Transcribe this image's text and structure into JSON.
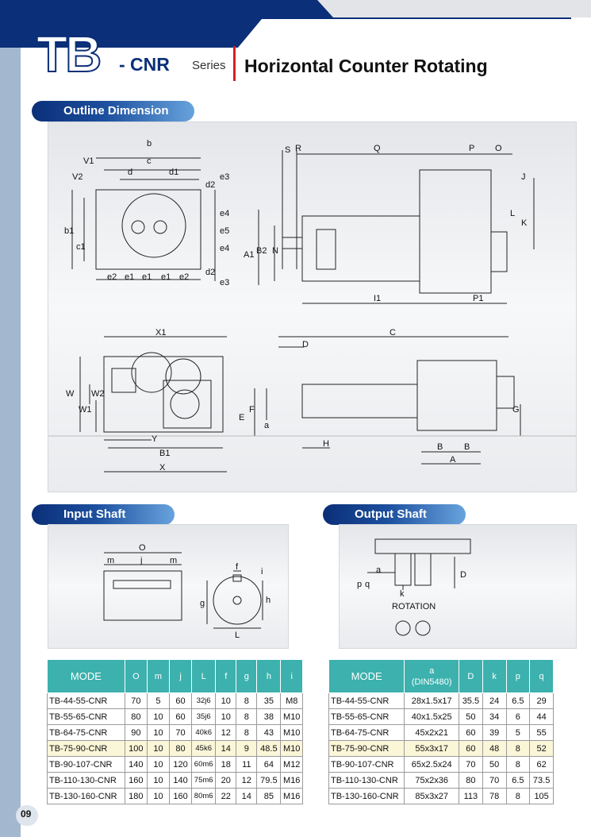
{
  "header": {
    "logo_letters": "TB",
    "series_code": "- CNR",
    "series_word": "Series",
    "title": "Horizontal Counter Rotating"
  },
  "sections": {
    "outline": "Outline Dimension",
    "input_shaft": "Input Shaft",
    "output_shaft": "Output Shaft"
  },
  "outline_labels": {
    "top_left": [
      "b",
      "c",
      "V1",
      "V2",
      "d",
      "d1",
      "d2",
      "e3",
      "e4",
      "e5",
      "e4",
      "d2",
      "e3",
      "b1",
      "c1",
      "e2",
      "e1",
      "e1",
      "e1",
      "e2"
    ],
    "top_right": [
      "S",
      "R",
      "Q",
      "P",
      "O",
      "J",
      "L",
      "K",
      "A1",
      "B2",
      "N",
      "I1",
      "P1"
    ],
    "bottom_left": [
      "X1",
      "W",
      "W2",
      "W1",
      "Y",
      "B1",
      "X"
    ],
    "bottom_right": [
      "C",
      "D",
      "E",
      "F",
      "a",
      "H",
      "G",
      "B",
      "B",
      "A"
    ]
  },
  "input_labels": [
    "O",
    "m",
    "j",
    "m",
    "f",
    "i",
    "g",
    "h",
    "L"
  ],
  "output_labels": [
    "a",
    "p",
    "q",
    "D",
    "k",
    "ROTATION"
  ],
  "table_left": {
    "headers": [
      "MODE",
      "O",
      "m",
      "j",
      "L",
      "f",
      "g",
      "h",
      "i"
    ],
    "rows": [
      [
        "TB-44-55-CNR",
        "70",
        "5",
        "60",
        "32j6",
        "10",
        "8",
        "35",
        "M8"
      ],
      [
        "TB-55-65-CNR",
        "80",
        "10",
        "60",
        "35j6",
        "10",
        "8",
        "38",
        "M10"
      ],
      [
        "TB-64-75-CNR",
        "90",
        "10",
        "70",
        "40k6",
        "12",
        "8",
        "43",
        "M10"
      ],
      [
        "TB-75-90-CNR",
        "100",
        "10",
        "80",
        "45k6",
        "14",
        "9",
        "48.5",
        "M10"
      ],
      [
        "TB-90-107-CNR",
        "140",
        "10",
        "120",
        "60m6",
        "18",
        "11",
        "64",
        "M12"
      ],
      [
        "TB-110-130-CNR",
        "160",
        "10",
        "140",
        "75m6",
        "20",
        "12",
        "79.5",
        "M16"
      ],
      [
        "TB-130-160-CNR",
        "180",
        "10",
        "160",
        "80m6",
        "22",
        "14",
        "85",
        "M16"
      ]
    ]
  },
  "table_right": {
    "headers": [
      "MODE",
      "a",
      "(DIN5480)",
      "D",
      "k",
      "p",
      "q"
    ],
    "rows": [
      [
        "TB-44-55-CNR",
        "28x1.5x17",
        "35.5",
        "24",
        "6.5",
        "29"
      ],
      [
        "TB-55-65-CNR",
        "40x1.5x25",
        "50",
        "34",
        "6",
        "44"
      ],
      [
        "TB-64-75-CNR",
        "45x2x21",
        "60",
        "39",
        "5",
        "55"
      ],
      [
        "TB-75-90-CNR",
        "55x3x17",
        "60",
        "48",
        "8",
        "52"
      ],
      [
        "TB-90-107-CNR",
        "65x2.5x24",
        "70",
        "50",
        "8",
        "62"
      ],
      [
        "TB-110-130-CNR",
        "75x2x36",
        "80",
        "70",
        "6.5",
        "73.5"
      ],
      [
        "TB-130-160-CNR",
        "85x3x27",
        "113",
        "78",
        "8",
        "105"
      ]
    ]
  },
  "page_number": "09",
  "colors": {
    "navy": "#0b2f78",
    "accent_red": "#d21f26",
    "teal": "#3cb1ae",
    "highlight": "#fbf6d8",
    "sidebar": "#a3b8cf"
  }
}
